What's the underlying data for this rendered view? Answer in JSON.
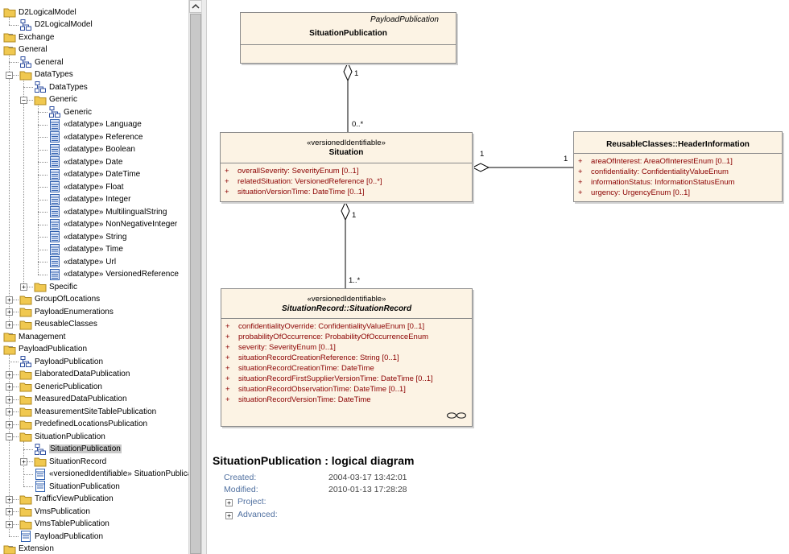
{
  "tree": {
    "items": [
      {
        "label": "D2LogicalModel",
        "icon": "folder-icon"
      },
      {
        "label": "D2LogicalModel",
        "icon": "diagram-icon"
      },
      {
        "label": "Exchange",
        "icon": "folder-icon"
      },
      {
        "label": "General",
        "icon": "folder-icon"
      },
      {
        "label": "General",
        "icon": "diagram-icon"
      },
      {
        "label": "DataTypes",
        "icon": "folder-icon"
      },
      {
        "label": "DataTypes",
        "icon": "diagram-icon"
      },
      {
        "label": "Generic",
        "icon": "folder-icon"
      },
      {
        "label": "Generic",
        "icon": "diagram-icon"
      },
      {
        "label": "«datatype» Language",
        "icon": "datatype-icon"
      },
      {
        "label": "«datatype» Reference",
        "icon": "datatype-icon"
      },
      {
        "label": "«datatype» Boolean",
        "icon": "datatype-icon"
      },
      {
        "label": "«datatype» Date",
        "icon": "datatype-icon"
      },
      {
        "label": "«datatype» DateTime",
        "icon": "datatype-icon"
      },
      {
        "label": "«datatype» Float",
        "icon": "datatype-icon"
      },
      {
        "label": "«datatype» Integer",
        "icon": "datatype-icon"
      },
      {
        "label": "«datatype» MultilingualString",
        "icon": "datatype-icon"
      },
      {
        "label": "«datatype» NonNegativeInteger",
        "icon": "datatype-icon"
      },
      {
        "label": "«datatype» String",
        "icon": "datatype-icon"
      },
      {
        "label": "«datatype» Time",
        "icon": "datatype-icon"
      },
      {
        "label": "«datatype» Url",
        "icon": "datatype-icon"
      },
      {
        "label": "«datatype» VersionedReference",
        "icon": "datatype-icon"
      },
      {
        "label": "Specific",
        "icon": "folder-icon"
      },
      {
        "label": "GroupOfLocations",
        "icon": "folder-icon"
      },
      {
        "label": "PayloadEnumerations",
        "icon": "folder-icon"
      },
      {
        "label": "ReusableClasses",
        "icon": "folder-icon"
      },
      {
        "label": "Management",
        "icon": "folder-icon"
      },
      {
        "label": "PayloadPublication",
        "icon": "folder-icon"
      },
      {
        "label": "PayloadPublication",
        "icon": "diagram-icon"
      },
      {
        "label": "ElaboratedDataPublication",
        "icon": "folder-icon"
      },
      {
        "label": "GenericPublication",
        "icon": "folder-icon"
      },
      {
        "label": "MeasuredDataPublication",
        "icon": "folder-icon"
      },
      {
        "label": "MeasurementSiteTablePublication",
        "icon": "folder-icon"
      },
      {
        "label": "PredefinedLocationsPublication",
        "icon": "folder-icon"
      },
      {
        "label": "SituationPublication",
        "icon": "folder-icon"
      },
      {
        "label": "SituationPublication",
        "icon": "diagram-icon",
        "selected": true
      },
      {
        "label": "SituationRecord",
        "icon": "folder-icon"
      },
      {
        "label": "«versionedIdentifiable» SituationPublication",
        "icon": "class-icon"
      },
      {
        "label": "SituationPublication",
        "icon": "class-icon"
      },
      {
        "label": "TrafficViewPublication",
        "icon": "folder-icon"
      },
      {
        "label": "VmsPublication",
        "icon": "folder-icon"
      },
      {
        "label": "VmsTablePublication",
        "icon": "folder-icon"
      },
      {
        "label": "PayloadPublication",
        "icon": "class-icon"
      },
      {
        "label": "Extension",
        "icon": "folder-icon"
      }
    ]
  },
  "diagram": {
    "situation_publication": {
      "abstract_parent": "PayloadPublication",
      "name": "SituationPublication"
    },
    "situation": {
      "stereotype": "«versionedIdentifiable»",
      "name": "Situation",
      "attrs": [
        "overallSeverity:  SeverityEnum [0..1]",
        "relatedSituation:  VersionedReference [0..*]",
        "situationVersionTime:  DateTime [0..1]"
      ]
    },
    "header_information": {
      "name": "ReusableClasses::HeaderInformation",
      "attrs": [
        "areaOfInterest:  AreaOfInterestEnum [0..1]",
        "confidentiality:  ConfidentialityValueEnum",
        "informationStatus:  InformationStatusEnum",
        "urgency:  UrgencyEnum [0..1]"
      ]
    },
    "situation_record": {
      "stereotype": "«versionedIdentifiable»",
      "name": "SituationRecord::SituationRecord",
      "attrs": [
        "confidentialityOverride:  ConfidentialityValueEnum [0..1]",
        "probabilityOfOccurrence:  ProbabilityOfOccurrenceEnum",
        "severity:  SeverityEnum [0..1]",
        "situationRecordCreationReference:  String [0..1]",
        "situationRecordCreationTime:  DateTime",
        "situationRecordFirstSupplierVersionTime:  DateTime [0..1]",
        "situationRecordObservationTime:  DateTime [0..1]",
        "situationRecordVersionTime:  DateTime"
      ]
    },
    "multiplicities": {
      "pub_to_situation_top": "1",
      "pub_to_situation_bottom": "0..*",
      "situation_to_header_left": "1",
      "situation_to_header_right": "1",
      "situation_to_record_top": "1",
      "situation_to_record_bottom": "1..*"
    },
    "attr_prefix": "+"
  },
  "info": {
    "title": "SituationPublication : logical diagram",
    "created_label": "Created:",
    "created_value": "2004-03-17 13:42:01",
    "modified_label": "Modified:",
    "modified_value": "2010-01-13 17:28:28",
    "project_label": "Project:",
    "advanced_label": "Advanced:"
  },
  "colors": {
    "class_fill": "#fcf3e4",
    "attr_text": "#8b0000",
    "info_key": "#5070a0",
    "folder": "#f0c850"
  }
}
